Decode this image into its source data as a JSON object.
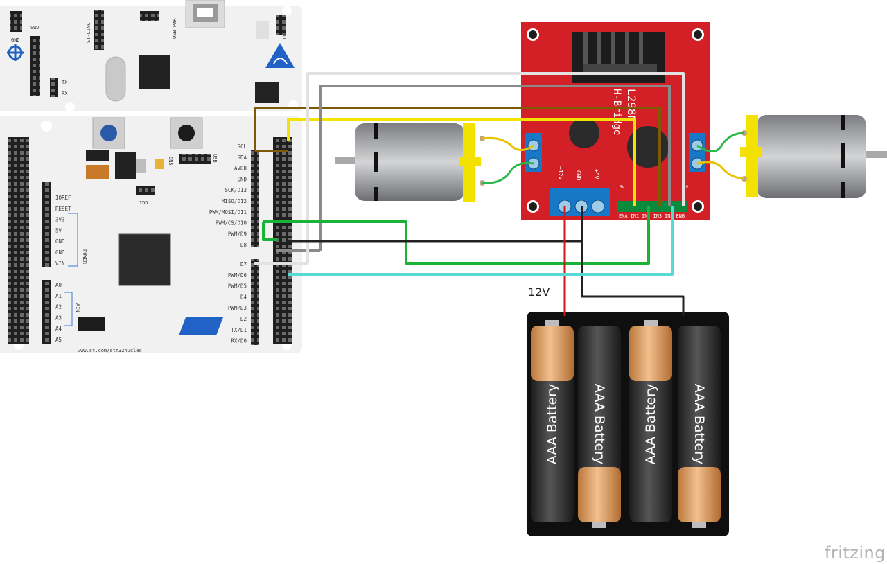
{
  "board": {
    "header_labels": [
      "GND",
      "SWD",
      "ST-LINK",
      "USB PWR",
      "GND",
      "TX",
      "RX",
      "IDD",
      "CN5"
    ],
    "digital_pins": [
      "SCL",
      "SDA",
      "AVDD",
      "GND",
      "SCK/D13",
      "MISO/D12",
      "PWM/MOSI/D11",
      "PWM/CS/D10",
      "PWM/D9",
      "D8",
      "D7",
      "PWM/D6",
      "PWM/D5",
      "D4",
      "PWM/D3",
      "D2",
      "TX/D1",
      "RX/D0"
    ],
    "power_pins": [
      "IOREF",
      "RESET",
      "3V3",
      "5V",
      "GND",
      "GND",
      "VIN"
    ],
    "power_group_label": "POWER",
    "analog_pins": [
      "A0",
      "A1",
      "A2",
      "A3",
      "A4",
      "A5"
    ],
    "analog_group_label": "AIN",
    "url": "www.st.com/stm32nucleo",
    "usb_label": "USB"
  },
  "driver": {
    "title": "L298N",
    "subtitle": "H-Bridge",
    "power_labels": [
      "+12V",
      "GND",
      "+5V"
    ],
    "control_labels": [
      "ENA",
      "IN1",
      "IN2",
      "IN3",
      "IN4",
      "ENB"
    ],
    "jumper_labels": [
      "5V",
      "5V"
    ]
  },
  "battery": {
    "cell_label": "AAA Battery",
    "voltage_label": "12V"
  },
  "colors": {
    "board": "#f1f1f1",
    "driver": "#d31f26",
    "wire_yellow": "#f2e300",
    "wire_brown": "#8b6508",
    "wire_gray": "#8c8c8c",
    "wire_white": "#e6e6e6",
    "wire_green": "#19b437",
    "wire_black": "#222222",
    "wire_red": "#cc1a1a",
    "wire_cyan": "#57d9d6"
  },
  "watermark": "fritzing"
}
